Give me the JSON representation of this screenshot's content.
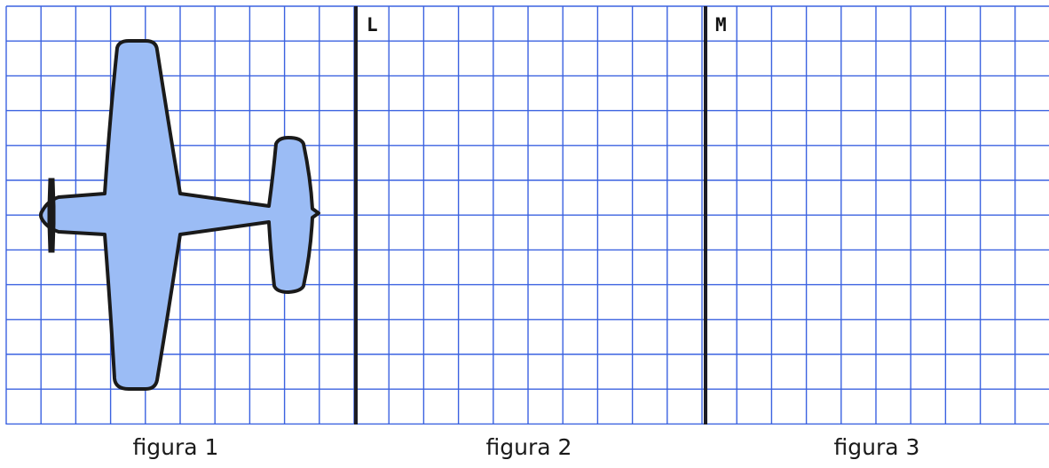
{
  "colors": {
    "grid": "#3b62e0",
    "axis": "#1c1c24",
    "plane_fill": "#9bbcf5",
    "plane_stroke": "#1a1a1a"
  },
  "lines": {
    "L_label": "L",
    "M_label": "M"
  },
  "captions": {
    "figure1": "figura 1",
    "figure2": "figura 2",
    "figure3": "figura 3"
  },
  "icons": {
    "airplane": "airplane-icon"
  }
}
